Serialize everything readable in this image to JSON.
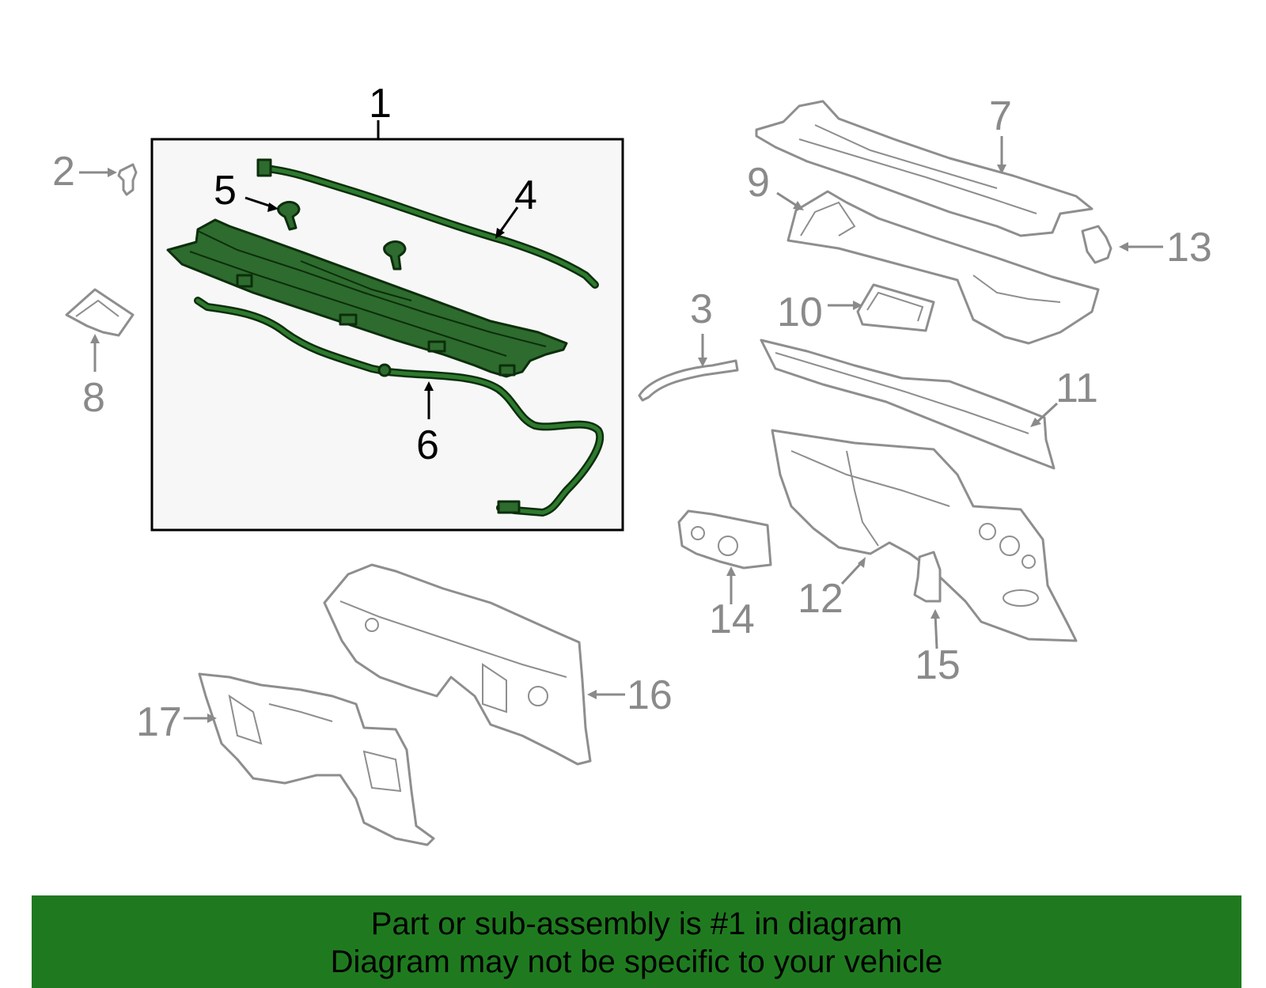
{
  "callouts": {
    "c1": "1",
    "c2": "2",
    "c3": "3",
    "c4": "4",
    "c5": "5",
    "c6": "6",
    "c7": "7",
    "c8": "8",
    "c9": "9",
    "c10": "10",
    "c11": "11",
    "c12": "12",
    "c13": "13",
    "c14": "14",
    "c15": "15",
    "c16": "16",
    "c17": "17"
  },
  "banner": {
    "line1": "Part or sub-assembly is #1 in diagram",
    "line2": "Diagram may not be specific to your vehicle"
  },
  "colors": {
    "highlight_green": "#2e6b2e",
    "banner_green": "#1f7a1f",
    "part_gray": "#8e8e8e",
    "box_background": "#f7f7f7"
  }
}
